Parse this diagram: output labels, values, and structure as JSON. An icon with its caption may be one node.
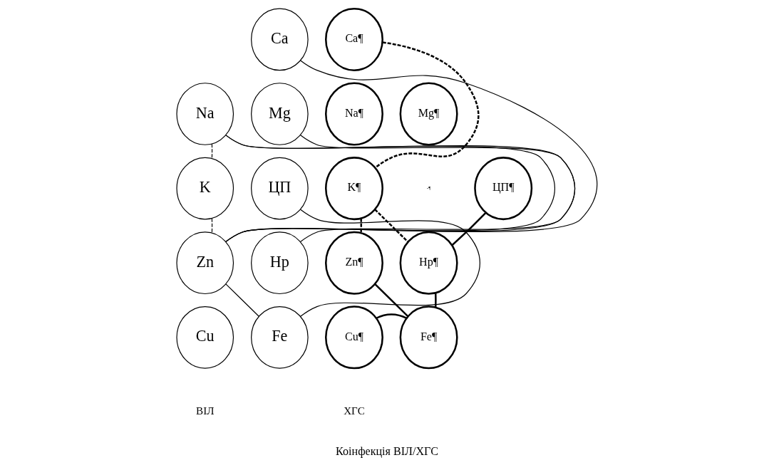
{
  "diagram": {
    "caption": "Коінфекція ВІЛ/ХГС",
    "nodes": [
      {
        "text": [
          "Ca"
        ]
      },
      {
        "text": [
          "Na"
        ]
      },
      {
        "text": [
          "Mg"
        ]
      },
      {
        "text": [
          "K"
        ]
      },
      {
        "text": [
          "ЦП"
        ]
      },
      {
        "text": [
          "Zn"
        ]
      },
      {
        "text": [
          "Hp"
        ]
      },
      {
        "text": [
          "Cu"
        ]
      },
      {
        "text": [
          "Fe"
        ]
      },
      {
        "text": [
          "Ca¶"
        ]
      },
      {
        "text": [
          "Na¶"
        ]
      },
      {
        "text": [
          "Mg¶"
        ]
      },
      {
        "text": [
          "K¶"
        ]
      },
      {
        "text": [
          "ЦП¶"
        ]
      },
      {
        "text": [
          "Zn¶"
        ]
      },
      {
        "text": [
          "Hp¶"
        ]
      },
      {
        "text": [
          "Cu¶"
        ]
      },
      {
        "text": [
          "Fe¶"
        ]
      }
    ],
    "edges": [
      {
        "from": 1,
        "to": 3,
        "arrow": "none",
        "style": "dashed"
      },
      {
        "from": 3,
        "to": 5,
        "arrow": "none",
        "style": "dashed"
      },
      {
        "from": 1,
        "to": 5,
        "arrow": "none"
      },
      {
        "from": 1,
        "to": 6,
        "arrow": "none"
      },
      {
        "from": 0,
        "to": 5,
        "arrow": "none"
      },
      {
        "from": 2,
        "to": 5,
        "arrow": "none"
      },
      {
        "from": 5,
        "to": 8,
        "arrow": "none"
      },
      {
        "from": 4,
        "to": 8,
        "arrow": "none"
      },
      {
        "from": 9,
        "to": 12,
        "arrow": "none",
        "style": "dashed"
      },
      {
        "from": 12,
        "to": 15,
        "arrow": "none",
        "style": "dashed"
      },
      {
        "from": 12,
        "to": 14,
        "arrow": "none",
        "style": "dashed"
      },
      {
        "from": 13,
        "to": 15,
        "arrow": "none"
      },
      {
        "from": 14,
        "to": 17,
        "arrow": "none"
      },
      {
        "from": 15,
        "to": 17,
        "arrow": "none"
      },
      {
        "from": 16,
        "to": 17,
        "arrow": "none"
      }
    ],
    "labels": [
      "-¶",
      "ВІЛ",
      "ХГС"
    ]
  }
}
